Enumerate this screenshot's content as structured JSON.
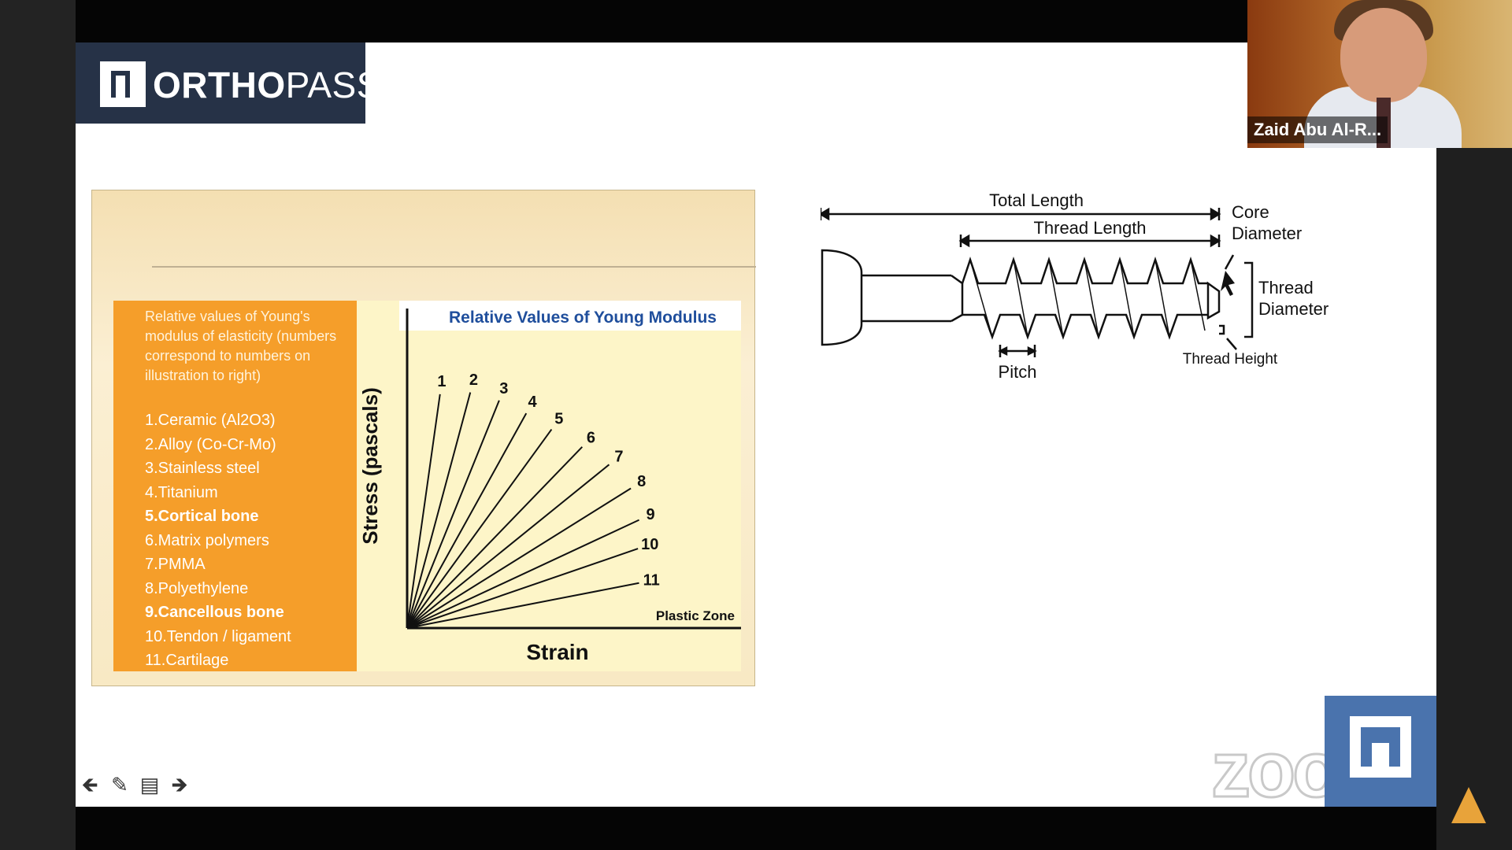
{
  "logo": {
    "brand_bold": "ORTHO",
    "brand_light": "PASS"
  },
  "legend": {
    "description": "Relative values of Young's modulus of elasticity (numbers correspond to numbers on illustration to right)",
    "items": [
      {
        "label": "1.Ceramic (Al2O3)",
        "bold": false
      },
      {
        "label": "2.Alloy (Co-Cr-Mo)",
        "bold": false
      },
      {
        "label": "3.Stainless steel",
        "bold": false
      },
      {
        "label": "4.Titanium",
        "bold": false
      },
      {
        "label": "5.Cortical bone",
        "bold": true
      },
      {
        "label": "6.Matrix polymers",
        "bold": false
      },
      {
        "label": "7.PMMA",
        "bold": false
      },
      {
        "label": "8.Polyethylene",
        "bold": false
      },
      {
        "label": "9.Cancellous bone",
        "bold": true
      },
      {
        "label": "10.Tendon / ligament",
        "bold": false
      },
      {
        "label": "11.Cartilage",
        "bold": false
      }
    ]
  },
  "chart_data": {
    "type": "line",
    "title": "Relative Values of Young Modulus",
    "xlabel": "Strain",
    "ylabel": "Stress (pascals)",
    "annotation": "Plastic Zone",
    "series_labels": [
      "1",
      "2",
      "3",
      "4",
      "5",
      "6",
      "7",
      "8",
      "9",
      "10",
      "11"
    ],
    "slopes_deg": [
      82,
      75,
      68,
      61,
      54,
      46,
      39,
      32,
      25,
      19,
      11
    ],
    "colors": {
      "line": "#111111",
      "title": "#1f4e9c"
    }
  },
  "screw_diagram": {
    "total_length": "Total Length",
    "thread_length": "Thread Length",
    "core_diameter": "Core Diameter",
    "thread_diameter": "Thread Diameter",
    "pitch": "Pitch",
    "thread_height": "Thread Height"
  },
  "video": {
    "participant_name": "Zaid Abu Al-R..."
  },
  "watermark": {
    "text": "zoom"
  },
  "toolbar": {
    "prev_icon": "arrow-left-icon",
    "pen_icon": "pen-icon",
    "menu_icon": "menu-icon",
    "next_icon": "arrow-right-icon"
  }
}
